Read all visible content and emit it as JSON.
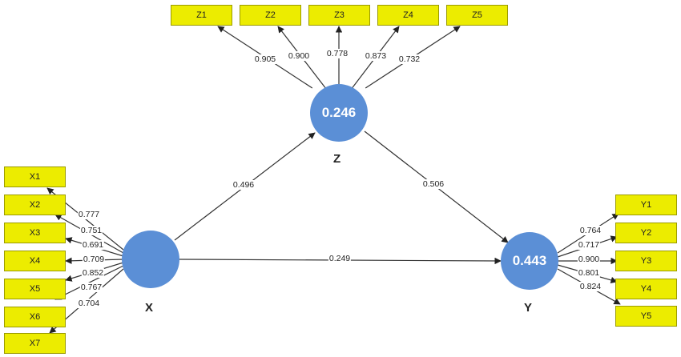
{
  "latents": {
    "X": {
      "name": "X",
      "r2": ""
    },
    "Z": {
      "name": "Z",
      "r2": "0.246"
    },
    "Y": {
      "name": "Y",
      "r2": "0.443"
    }
  },
  "indicators": {
    "Z": [
      {
        "label": "Z1",
        "loading": "0.905"
      },
      {
        "label": "Z2",
        "loading": "0.900"
      },
      {
        "label": "Z3",
        "loading": "0.778"
      },
      {
        "label": "Z4",
        "loading": "0.873"
      },
      {
        "label": "Z5",
        "loading": "0.732"
      }
    ],
    "X": [
      {
        "label": "X1",
        "loading": "0.777"
      },
      {
        "label": "X2",
        "loading": "0.751"
      },
      {
        "label": "X3",
        "loading": "0.691"
      },
      {
        "label": "X4",
        "loading": "0.709"
      },
      {
        "label": "X5",
        "loading": "0.852"
      },
      {
        "label": "X6",
        "loading": "0.767"
      },
      {
        "label": "X7",
        "loading": "0.704"
      }
    ],
    "Y": [
      {
        "label": "Y1",
        "loading": "0.764"
      },
      {
        "label": "Y2",
        "loading": "0.717"
      },
      {
        "label": "Y3",
        "loading": "0.900"
      },
      {
        "label": "Y4",
        "loading": "0.801"
      },
      {
        "label": "Y5",
        "loading": "0.824"
      }
    ]
  },
  "paths": {
    "X_Z": "0.496",
    "Z_Y": "0.506",
    "X_Y": "0.249"
  },
  "colors": {
    "latent": "#5b8fd6",
    "indicator": "#ecec00",
    "line": "#333333"
  }
}
